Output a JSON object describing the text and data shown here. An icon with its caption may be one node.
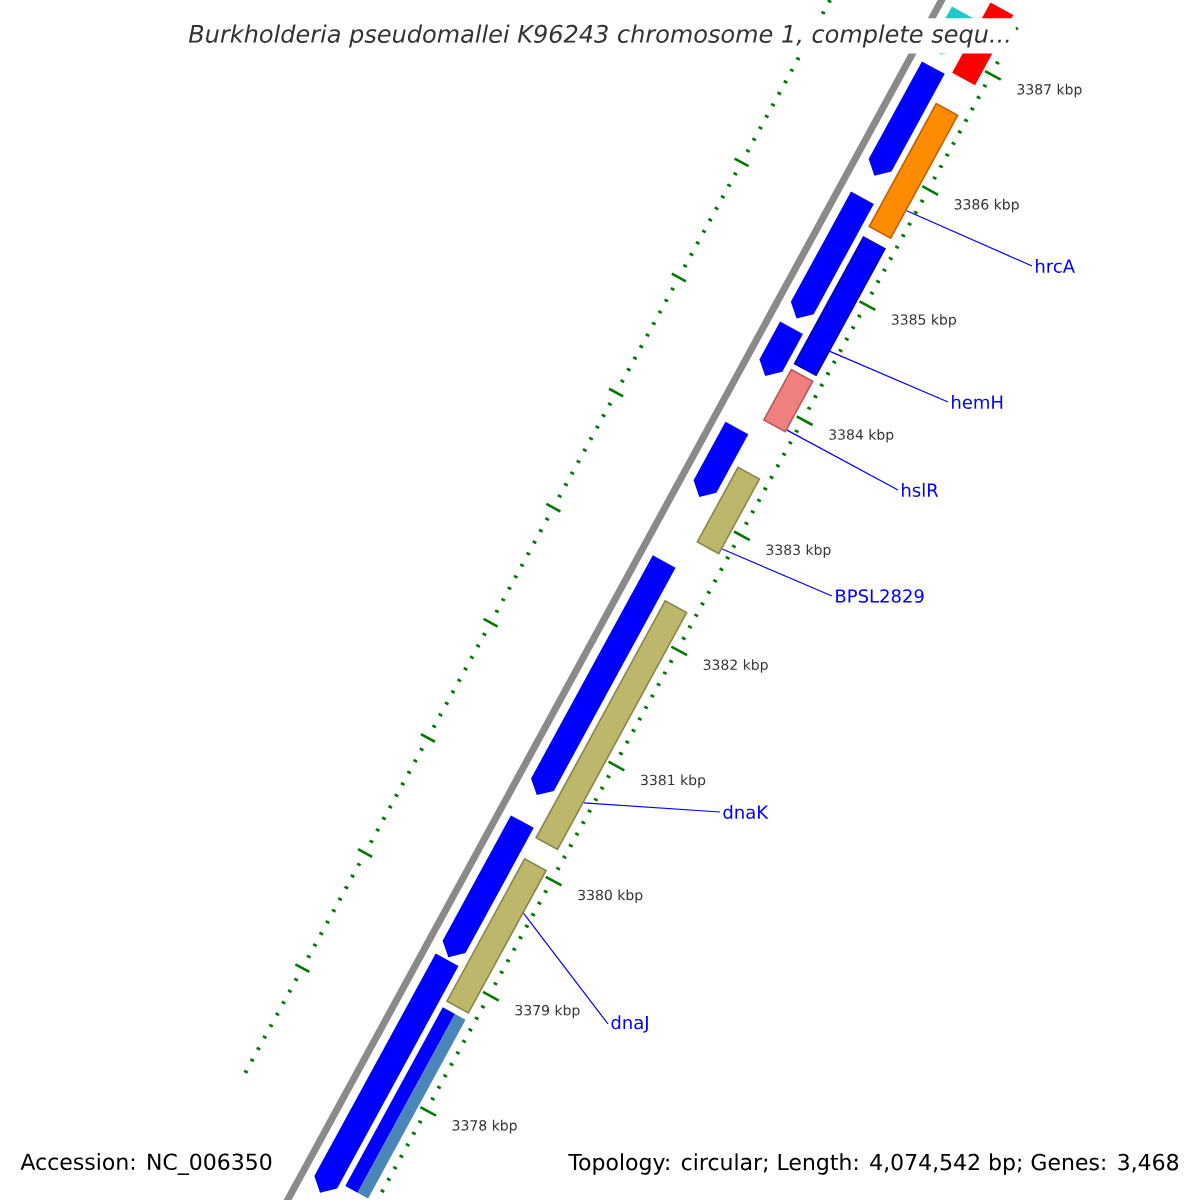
{
  "diagram": {
    "title": "Burkholderia pseudomallei K96243 chromosome 1, complete sequ...",
    "nodes": [
      {
        "text": [
          "hrcA"
        ]
      },
      {
        "text": [
          "hemH"
        ]
      },
      {
        "text": [
          "hslR"
        ]
      },
      {
        "text": [
          "BPSL2829"
        ]
      },
      {
        "text": [
          "dnaK"
        ]
      },
      {
        "text": [
          "dnaJ"
        ]
      },
      {
        "text": [],
        "shape": "arrow"
      },
      {
        "text": [],
        "shape": "bar"
      },
      {
        "text": [],
        "shape": "arrow"
      },
      {
        "text": [],
        "shape": "bar"
      },
      {
        "text": [],
        "shape": "arrow"
      },
      {
        "text": [],
        "shape": "bar"
      },
      {
        "text": [],
        "shape": "arrow"
      },
      {
        "text": [],
        "shape": "bar"
      },
      {
        "text": [],
        "shape": "arrow"
      },
      {
        "text": [],
        "shape": "bar"
      },
      {
        "text": [],
        "shape": "arrow"
      },
      {
        "text": [],
        "shape": "bar"
      },
      {
        "text": [],
        "shape": "arrow"
      },
      {
        "text": [],
        "shape": "bar"
      },
      {
        "text": [],
        "shape": "arrow"
      },
      {
        "text": [],
        "shape": "bar"
      },
      {
        "text": [],
        "shape": "bar"
      }
    ],
    "edges": [
      {
        "from": 0,
        "to": 9,
        "arrow": "none"
      },
      {
        "from": 1,
        "to": 11,
        "arrow": "none"
      },
      {
        "from": 2,
        "to": 13,
        "arrow": "none"
      },
      {
        "from": 3,
        "to": 15,
        "arrow": "none"
      },
      {
        "from": 4,
        "to": 17,
        "arrow": "none"
      },
      {
        "from": 5,
        "to": 19,
        "arrow": "none"
      }
    ],
    "labels": [
      "3387 kbp",
      "3386 kbp",
      "3385 kbp",
      "3384 kbp",
      "3383 kbp",
      "3382 kbp",
      "3381 kbp",
      "3380 kbp",
      "3379 kbp",
      "3378 kbp",
      "Accession: NC_006350",
      "Topology: circular; Length: 4,074,542 bp; Genes: 3,468"
    ]
  }
}
